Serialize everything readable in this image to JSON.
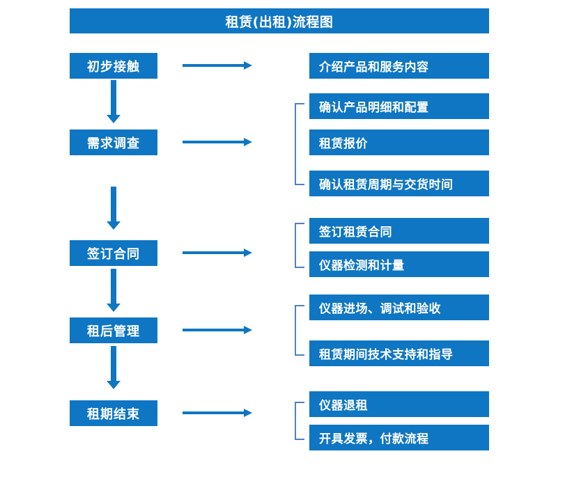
{
  "chart_data": {
    "type": "diagram",
    "title": "租赁(出租)流程图",
    "diagram_kind": "flowchart",
    "orientation": "vertical-stages-with-horizontal-detail-branches",
    "accent_color": "#0f76c3",
    "bracket_color": "#4f81bd",
    "text_color": "#ffffff",
    "background_color": "#ffffff"
  },
  "title": "租赁(出租)流程图",
  "stages": [
    {
      "id": "stage-1",
      "label": "初步接触",
      "details": [
        "介绍产品和服务内容"
      ],
      "has_bracket": false,
      "has_down_arrow": true
    },
    {
      "id": "stage-2",
      "label": "需求调查",
      "details": [
        "确认产品明细和配置",
        "租赁报价",
        "确认租赁周期与交货时间"
      ],
      "has_bracket": true,
      "has_down_arrow": true
    },
    {
      "id": "stage-3",
      "label": "签订合同",
      "details": [
        "签订租赁合同",
        "仪器检测和计量"
      ],
      "has_bracket": true,
      "has_down_arrow": true
    },
    {
      "id": "stage-4",
      "label": "租后管理",
      "details": [
        "仪器进场、调试和验收",
        "租赁期间技术支持和指导"
      ],
      "has_bracket": true,
      "has_down_arrow": true
    },
    {
      "id": "stage-5",
      "label": "租期结束",
      "details": [
        "仪器退租",
        "开具发票，付款流程"
      ],
      "has_bracket": true,
      "has_down_arrow": false
    }
  ],
  "icons": {
    "right_arrow": "right-arrow-icon",
    "down_arrow": "down-arrow-icon",
    "group_bracket": "group-bracket-icon"
  }
}
